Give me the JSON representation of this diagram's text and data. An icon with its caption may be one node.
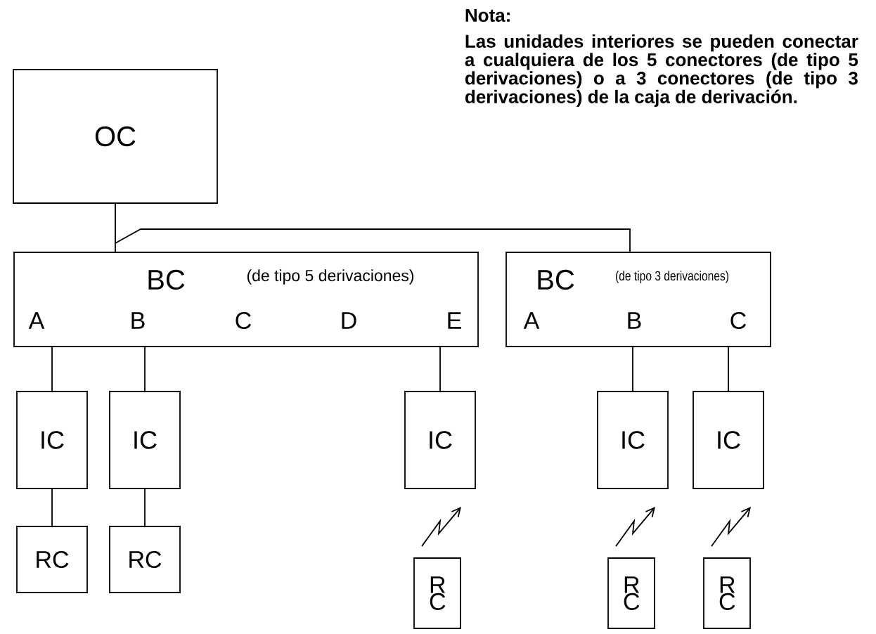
{
  "diagram": {
    "nodes": [
      {
        "text": [
          "OC"
        ]
      },
      {
        "text": [
          "BC",
          "(de tipo 5 derivaciones)",
          "A",
          "B",
          "C",
          "D",
          "E"
        ]
      },
      {
        "text": [
          "BC",
          "(de tipo 3 derivaciones)",
          "A",
          "B",
          "C"
        ]
      },
      {
        "text": [
          "IC"
        ]
      },
      {
        "text": [
          "IC"
        ]
      },
      {
        "text": [
          "IC"
        ]
      },
      {
        "text": [
          "IC"
        ]
      },
      {
        "text": [
          "IC"
        ]
      },
      {
        "text": [
          "RC"
        ]
      },
      {
        "text": [
          "RC"
        ]
      },
      {
        "text": [
          "R C"
        ]
      },
      {
        "text": [
          "R C"
        ]
      },
      {
        "text": [
          "R C"
        ]
      }
    ],
    "edges": [
      {
        "from": 0,
        "to": 1,
        "arrow": "none"
      },
      {
        "from": 0,
        "to": 2,
        "arrow": "none"
      },
      {
        "from": 1,
        "to": 3,
        "arrow": "none"
      },
      {
        "from": 1,
        "to": 4,
        "arrow": "none"
      },
      {
        "from": 1,
        "to": 5,
        "arrow": "none"
      },
      {
        "from": 2,
        "to": 6,
        "arrow": "none"
      },
      {
        "from": 2,
        "to": 7,
        "arrow": "none"
      },
      {
        "from": 3,
        "to": 8,
        "arrow": "none"
      },
      {
        "from": 4,
        "to": 9,
        "arrow": "none"
      },
      {
        "from": 10,
        "to": 5,
        "arrow": "to"
      },
      {
        "from": 11,
        "to": 6,
        "arrow": "to"
      },
      {
        "from": 12,
        "to": 7,
        "arrow": "to"
      }
    ],
    "labels": [
      "Nota:",
      "Las unidades interiores se pueden conectar a cualquiera de los 5 conectores (de tipo 5 derivaciones) o a 3 conectores (de tipo 3 derivaciones) de la caja de derivación."
    ]
  }
}
